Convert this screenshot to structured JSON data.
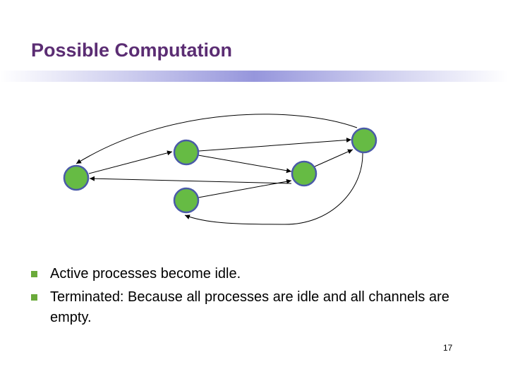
{
  "slide": {
    "title": "Possible Computation",
    "page_number": "17",
    "bullets": [
      "Active processes become idle.",
      "Terminated: Because all processes are idle and all channels are empty."
    ]
  },
  "diagram": {
    "node_color": "#66bb44",
    "node_border_color": "#4a5aa8",
    "edge_color": "#000000",
    "nodes": [
      "left",
      "top-middle",
      "bottom-middle",
      "right-middle",
      "far-right"
    ],
    "edges": [
      {
        "from": "left",
        "to": "top-middle"
      },
      {
        "from": "top-middle",
        "to": "far-right"
      },
      {
        "from": "top-middle",
        "to": "right-middle"
      },
      {
        "from": "right-middle",
        "to": "far-right"
      },
      {
        "from": "right-middle",
        "to": "left"
      },
      {
        "from": "bottom-middle",
        "to": "right-middle"
      },
      {
        "from": "far-right",
        "to": "left"
      },
      {
        "from": "far-right",
        "to": "bottom-middle"
      }
    ]
  }
}
